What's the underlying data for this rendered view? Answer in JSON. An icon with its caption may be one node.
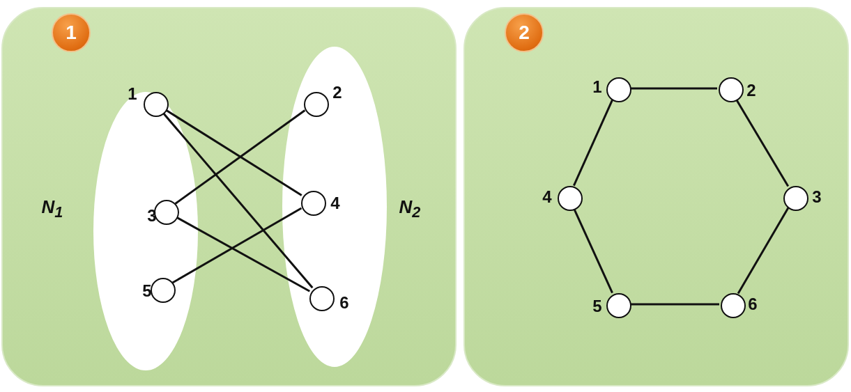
{
  "diagram": {
    "nodes": [
      {
        "text": [],
        "shape": "box"
      },
      {
        "text": [
          "1"
        ],
        "in": 0
      },
      {
        "text": [],
        "shape": "ellipse",
        "beside": [
          "N$_{1}$"
        ],
        "in": 0
      },
      {
        "text": [],
        "shape": "ellipse",
        "beside": [
          "N$_{2}$"
        ],
        "in": 0
      },
      {
        "text": [],
        "shape": "circle",
        "beside": [
          "1"
        ],
        "in": 2
      },
      {
        "text": [],
        "shape": "circle",
        "beside": [
          "3"
        ],
        "in": 2
      },
      {
        "text": [],
        "shape": "circle",
        "beside": [
          "5"
        ],
        "in": 2
      },
      {
        "text": [],
        "shape": "circle",
        "beside": [
          "2"
        ],
        "in": 3
      },
      {
        "text": [],
        "shape": "circle",
        "beside": [
          "4"
        ],
        "in": 3
      },
      {
        "text": [],
        "shape": "circle",
        "beside": [
          "6"
        ],
        "in": 3
      },
      {
        "text": [],
        "shape": "box"
      },
      {
        "text": [
          "2"
        ],
        "in": 10
      },
      {
        "text": [],
        "shape": "circle",
        "beside": [
          "1"
        ],
        "in": 10
      },
      {
        "text": [],
        "shape": "circle",
        "beside": [
          "2"
        ],
        "in": 10
      },
      {
        "text": [],
        "shape": "circle",
        "beside": [
          "4"
        ],
        "in": 10
      },
      {
        "text": [],
        "shape": "circle",
        "beside": [
          "3"
        ],
        "in": 10
      },
      {
        "text": [],
        "shape": "circle",
        "beside": [
          "5"
        ],
        "in": 10
      },
      {
        "text": [],
        "shape": "circle",
        "beside": [
          "6"
        ],
        "in": 10
      }
    ],
    "edges": [
      {
        "from": 4,
        "to": 8,
        "arrow": "none"
      },
      {
        "from": 4,
        "to": 9,
        "arrow": "none"
      },
      {
        "from": 5,
        "to": 7,
        "arrow": "none"
      },
      {
        "from": 5,
        "to": 9,
        "arrow": "none"
      },
      {
        "from": 6,
        "to": 8,
        "arrow": "none"
      },
      {
        "from": 12,
        "to": 13,
        "arrow": "none"
      },
      {
        "from": 13,
        "to": 15,
        "arrow": "none"
      },
      {
        "from": 15,
        "to": 17,
        "arrow": "none"
      },
      {
        "from": 17,
        "to": 16,
        "arrow": "none"
      },
      {
        "from": 16,
        "to": 14,
        "arrow": "none"
      },
      {
        "from": 14,
        "to": 12,
        "arrow": "none"
      }
    ]
  }
}
